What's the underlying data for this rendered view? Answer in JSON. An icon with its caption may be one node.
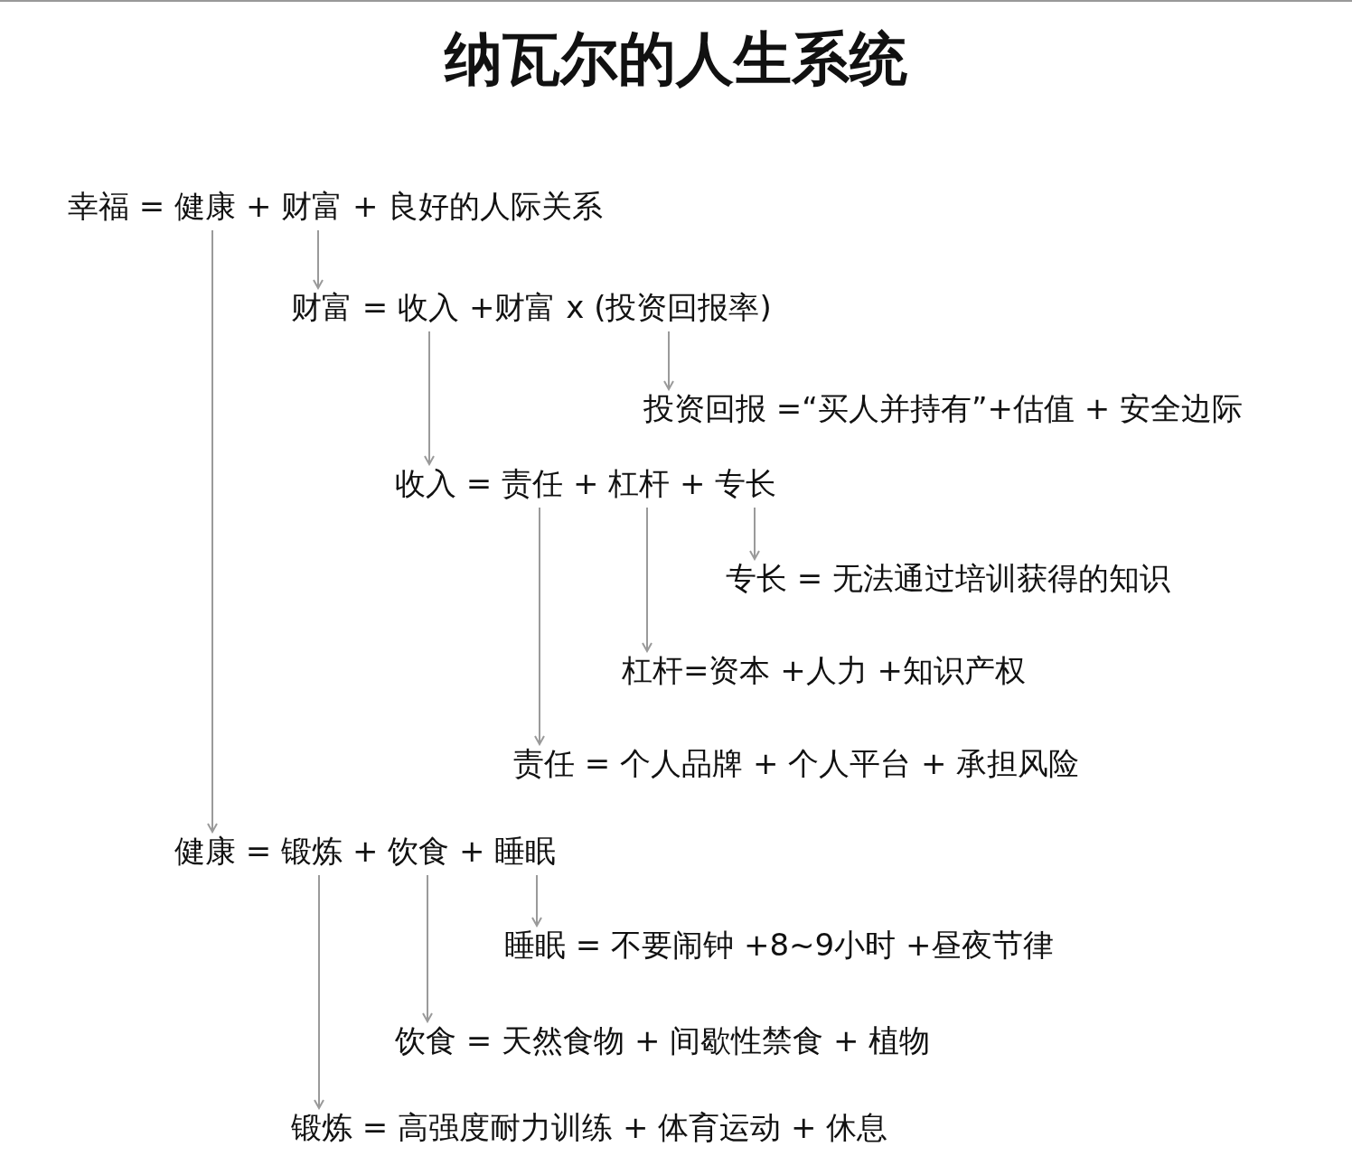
{
  "diagram": {
    "title": "纳瓦尔的人生系统",
    "nodes": [
      {
        "text": [
          "幸福 = 健康 + 财富 + 良好的人际关系"
        ]
      },
      {
        "text": [
          "财富 = 收入 +财富 x (投资回报率)"
        ]
      },
      {
        "text": [
          "投资回报 =“买人并持有”+估值 + 安全边际"
        ]
      },
      {
        "text": [
          "收入 = 责任 + 杠杆 + 专长"
        ]
      },
      {
        "text": [
          "专长 = 无法通过培训获得的知识"
        ]
      },
      {
        "text": [
          "杠杆=资本 +人力 +知识产权"
        ]
      },
      {
        "text": [
          "责任 = 个人品牌 + 个人平台 + 承担风险"
        ]
      },
      {
        "text": [
          "健康 = 锻炼 + 饮食 + 睡眠"
        ]
      },
      {
        "text": [
          "睡眠 = 不要闹钟 +8~9小时 +昼夜节律"
        ]
      },
      {
        "text": [
          "饮食 = 天然食物 + 间歇性禁食 + 植物"
        ]
      },
      {
        "text": [
          "锻炼 = 高强度耐力训练 + 体育运动 + 休息"
        ]
      }
    ],
    "edges": [
      {
        "from": 0,
        "to": 1,
        "arrow": "to"
      },
      {
        "from": 0,
        "to": 7,
        "arrow": "to"
      },
      {
        "from": 1,
        "to": 2,
        "arrow": "to"
      },
      {
        "from": 1,
        "to": 3,
        "arrow": "to"
      },
      {
        "from": 3,
        "to": 4,
        "arrow": "to"
      },
      {
        "from": 3,
        "to": 5,
        "arrow": "to"
      },
      {
        "from": 3,
        "to": 6,
        "arrow": "to"
      },
      {
        "from": 7,
        "to": 8,
        "arrow": "to"
      },
      {
        "from": 7,
        "to": 9,
        "arrow": "to"
      },
      {
        "from": 7,
        "to": 10,
        "arrow": "to"
      }
    ]
  }
}
